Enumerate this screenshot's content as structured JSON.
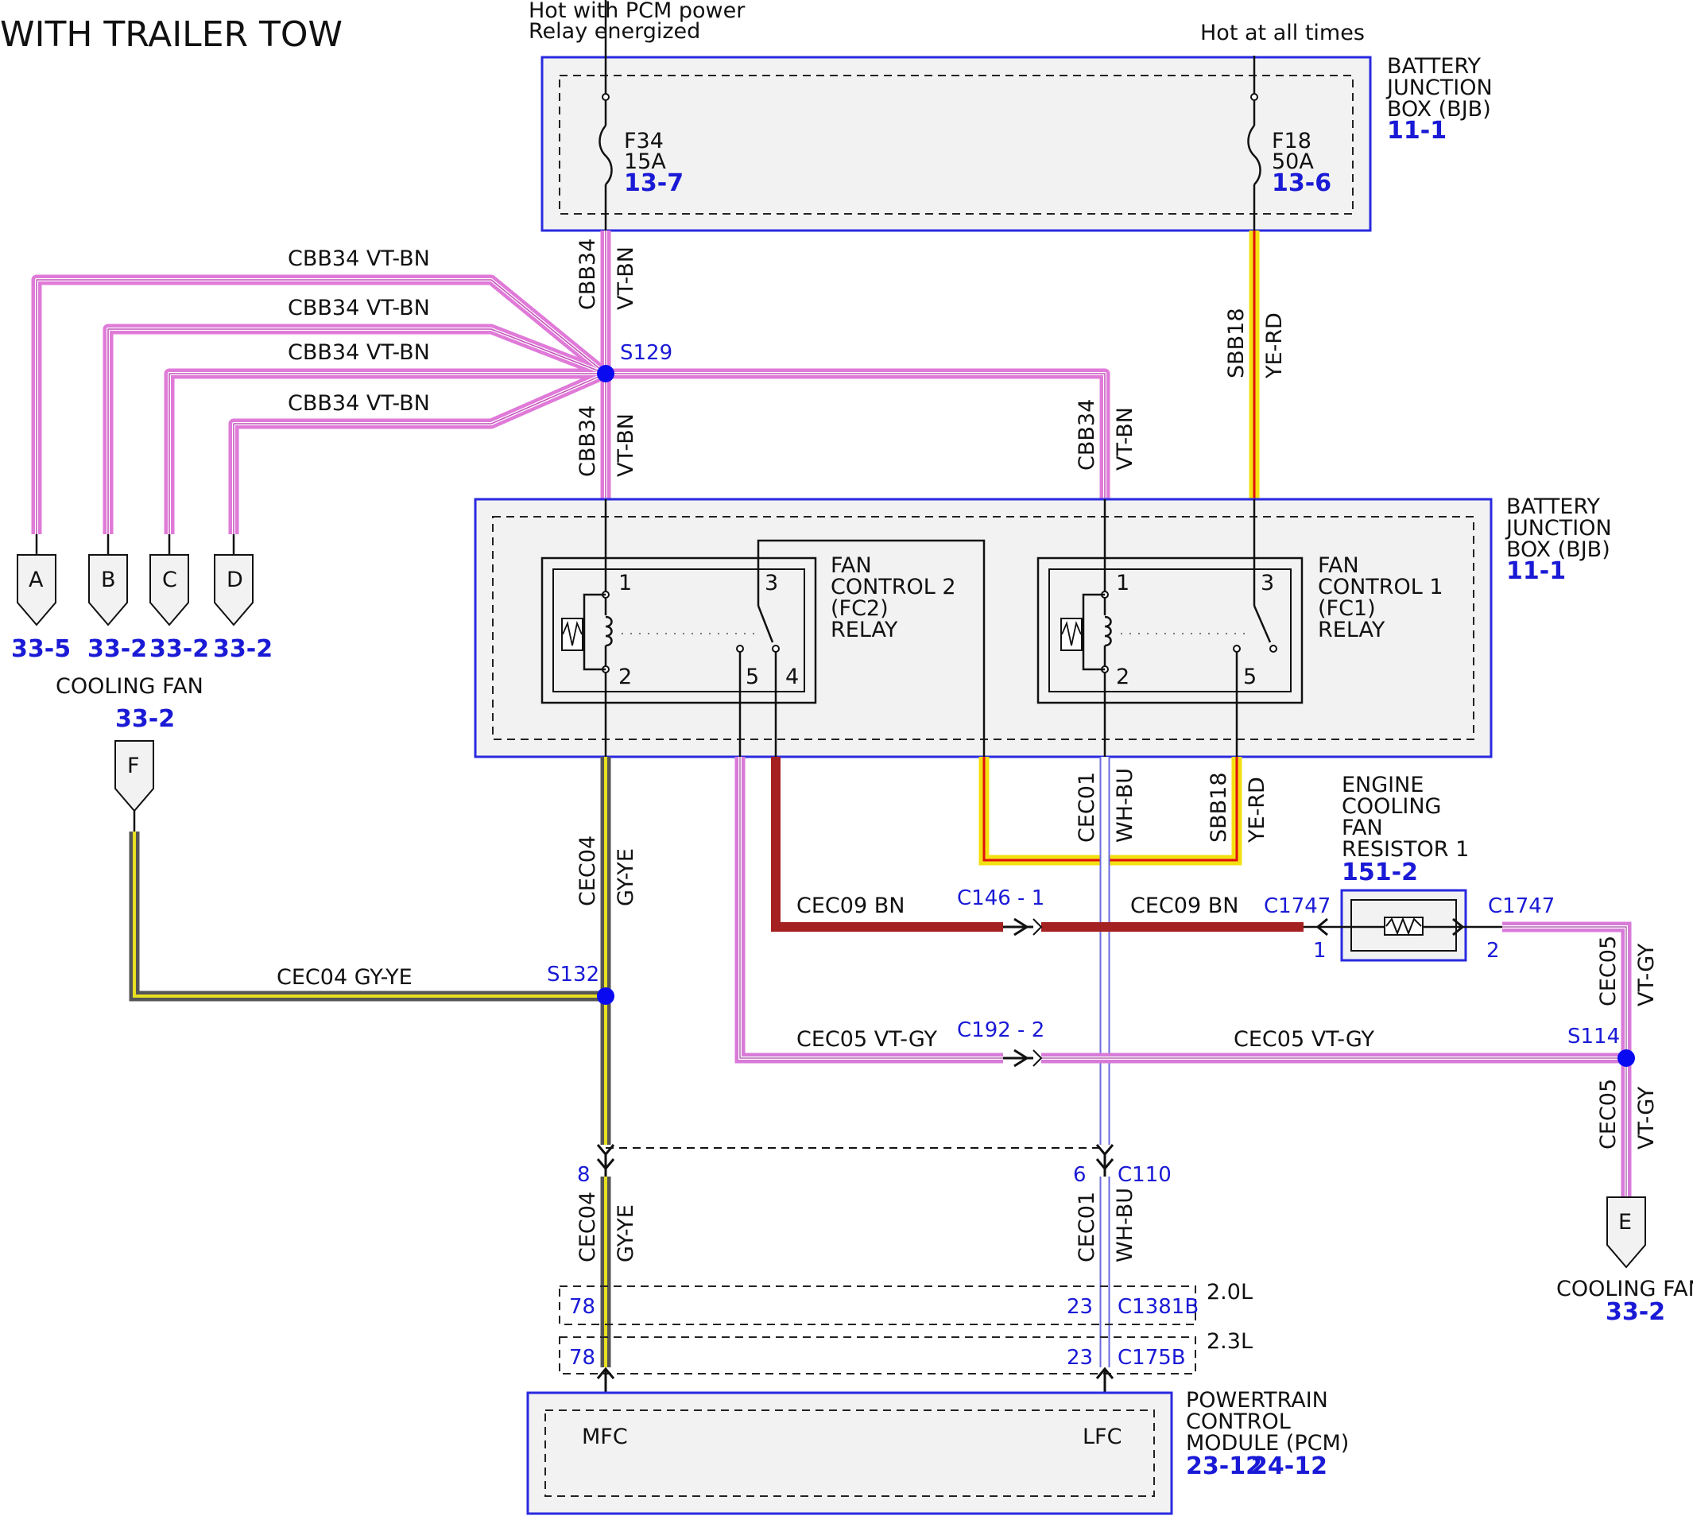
{
  "title": "WITH TRAILER TOW",
  "notes": {
    "pcm_power": [
      "Hot with PCM power",
      "Relay energized"
    ],
    "hot_all": "Hot at all times"
  },
  "bjb_top": {
    "name": [
      "BATTERY",
      "JUNCTION",
      "BOX (BJB)"
    ],
    "ref": "11-1"
  },
  "fuses": [
    {
      "id": "F34",
      "rating": "15A",
      "ref": "13-7"
    },
    {
      "id": "F18",
      "rating": "50A",
      "ref": "13-6"
    }
  ],
  "bjb_mid": {
    "name": [
      "BATTERY",
      "JUNCTION",
      "BOX (BJB)"
    ],
    "ref": "11-1"
  },
  "relays": [
    {
      "name": [
        "FAN",
        "CONTROL 2",
        "(FC2)",
        "RELAY"
      ],
      "pins": [
        "1",
        "2",
        "3",
        "4",
        "5"
      ]
    },
    {
      "name": [
        "FAN",
        "CONTROL 1",
        "(FC1)",
        "RELAY"
      ],
      "pins": [
        "1",
        "2",
        "3",
        "5"
      ]
    }
  ],
  "splices": [
    "S129",
    "S132",
    "S114"
  ],
  "wire_labels": {
    "cbb34_branch": "CBB34  VT-BN",
    "cbb34": "CBB34",
    "vt_bn": "VT-BN",
    "sbb18": "SBB18",
    "ye_rd": "YE-RD",
    "cec04": "CEC04",
    "gy_ye": "GY-YE",
    "cec04_branch": "CEC04  GY-YE",
    "cec01": "CEC01",
    "wh_bu": "WH-BU",
    "cec09_bn": "CEC09  BN",
    "cec05_vt_gy": "CEC05  VT-GY",
    "cec05": "CEC05",
    "vt_gy": "VT-GY"
  },
  "fan_connectors": [
    {
      "letter": "A",
      "ref": "33-5"
    },
    {
      "letter": "B",
      "ref": "33-2"
    },
    {
      "letter": "C",
      "ref": "33-2"
    },
    {
      "letter": "D",
      "ref": "33-2"
    },
    {
      "letter": "F"
    },
    {
      "letter": "E",
      "label": "COOLING FAN",
      "ref": "33-2"
    }
  ],
  "cooling_fan_label": "COOLING FAN",
  "cooling_fan_ref": "33-2",
  "connectors": {
    "c146": "C146 - 1",
    "c192": "C192 - 2",
    "c1747": "C1747",
    "c1747_pin1": "1",
    "c1747_pin2": "2",
    "c110": "C110",
    "c110_pin8": "8",
    "c110_pin6": "6",
    "c1381b": "C1381B",
    "c175b": "C175B",
    "pin78": "78",
    "pin23": "23",
    "eng_20": "2.0L",
    "eng_23": "2.3L"
  },
  "resistor": {
    "name": [
      "ENGINE",
      "COOLING",
      "FAN",
      "RESISTOR 1"
    ],
    "ref": "151-2"
  },
  "pcm": {
    "name": [
      "POWERTRAIN",
      "CONTROL",
      "MODULE (PCM)"
    ],
    "refs": [
      "23-12",
      "24-12"
    ],
    "pins": [
      "MFC",
      "LFC"
    ]
  },
  "colors": {
    "vt_bn": "#e07ad8",
    "ye_rd_outer": "#f4e012",
    "ye_rd_inner": "#e01010",
    "gy_ye_outer": "#555555",
    "gy_ye_inner": "#e8e020",
    "bn": "#a52020",
    "vt_gy": "#d87ad8",
    "wh_bu_outer": "#6a6ae0",
    "splice": "#0a0af0",
    "box_border": "#2a2ae0",
    "box_fill": "#f2f2f2",
    "ref_blue": "#1a1ad6"
  }
}
